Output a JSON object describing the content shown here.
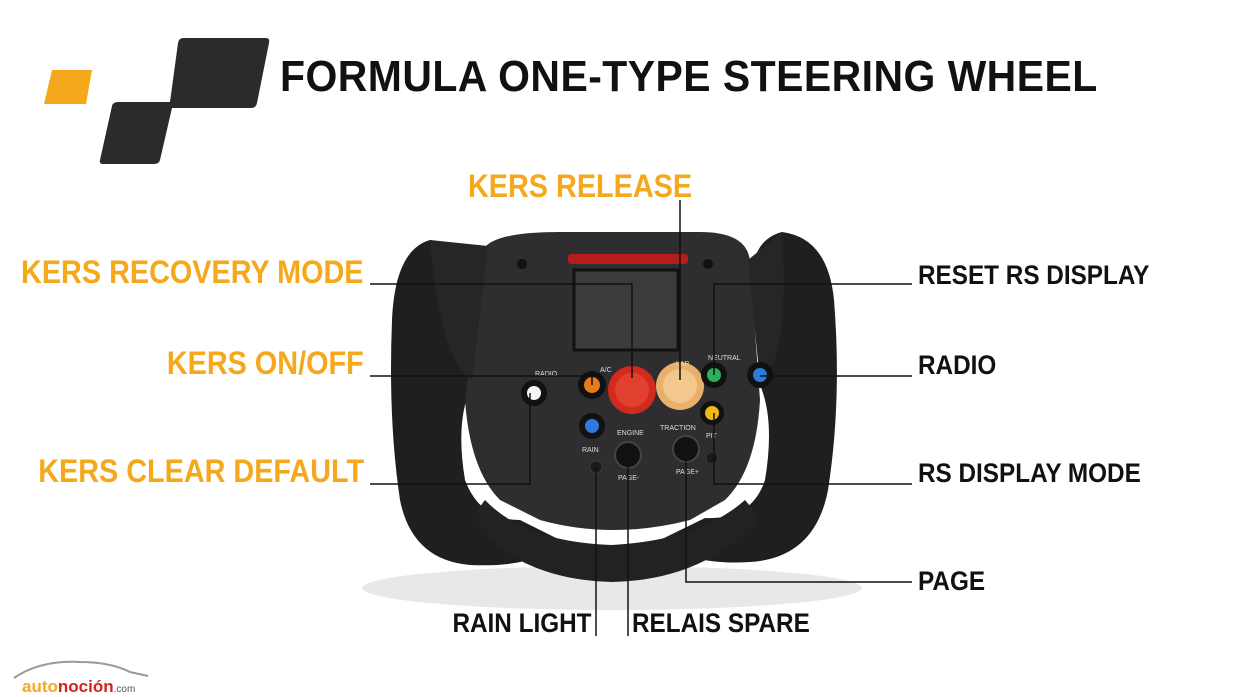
{
  "title": "FORMULA ONE-TYPE STEERING WHEEL",
  "labels": {
    "kers_release": "KERS RELEASE",
    "kers_recovery_mode": "KERS RECOVERY MODE",
    "kers_on_off": "KERS ON/OFF",
    "kers_clear_default": "KERS CLEAR DEFAULT",
    "reset_rs_display": "RESET RS DISPLAY",
    "radio": "RADIO",
    "rs_display_mode": "RS DISPLAY MODE",
    "page": "PAGE",
    "rain_light": "RAIN LIGHT",
    "relais_spare": "RELAIS SPARE"
  },
  "wheel_labels": {
    "radio": "RADIO",
    "ac": "A/C",
    "lap": "LAP",
    "neutral": "NEUTRAL",
    "rain": "RAIN",
    "engine": "ENGINE",
    "traction": "TRACTION",
    "pit": "PIT",
    "page_minus": "PAGE-",
    "page_plus": "PAGE+"
  },
  "logo": {
    "part1": "auto",
    "part2": "noción",
    "part3": ".com"
  },
  "colors": {
    "accent": "#f5a81c",
    "dark": "#2b2b2b",
    "text": "#111111"
  }
}
